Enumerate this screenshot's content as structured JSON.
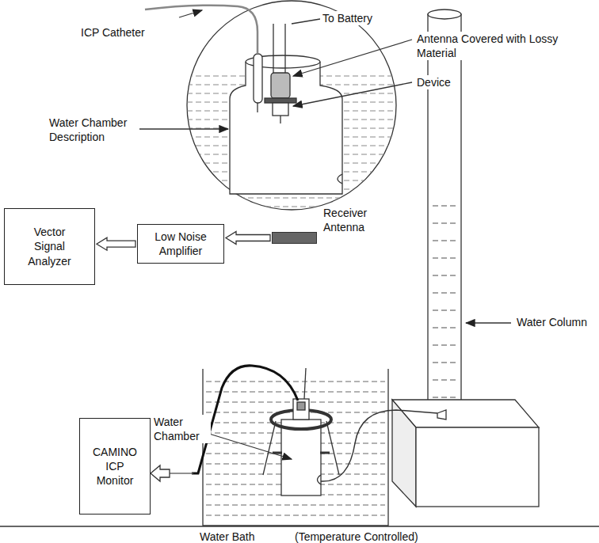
{
  "diagram": {
    "nodes": [
      {
        "text": [
          "Vector Signal Analyzer"
        ]
      },
      {
        "text": [
          "Low Noise Amplifier"
        ]
      },
      {
        "text": [
          "Receiver Antenna"
        ]
      },
      {
        "text": [
          "CAMINO ICP Monitor"
        ]
      }
    ],
    "edges": [
      {
        "from": 2,
        "to": 1,
        "arrow": "to"
      },
      {
        "from": 1,
        "to": 0,
        "arrow": "to"
      }
    ],
    "labels": [
      "ICP Catheter",
      "To Battery",
      "Antenna Covered with Lossy Material",
      "Device",
      "Water Chamber Description",
      "Water Column",
      "Water Chamber",
      "Water Bath",
      "(Temperature Controlled)"
    ]
  }
}
